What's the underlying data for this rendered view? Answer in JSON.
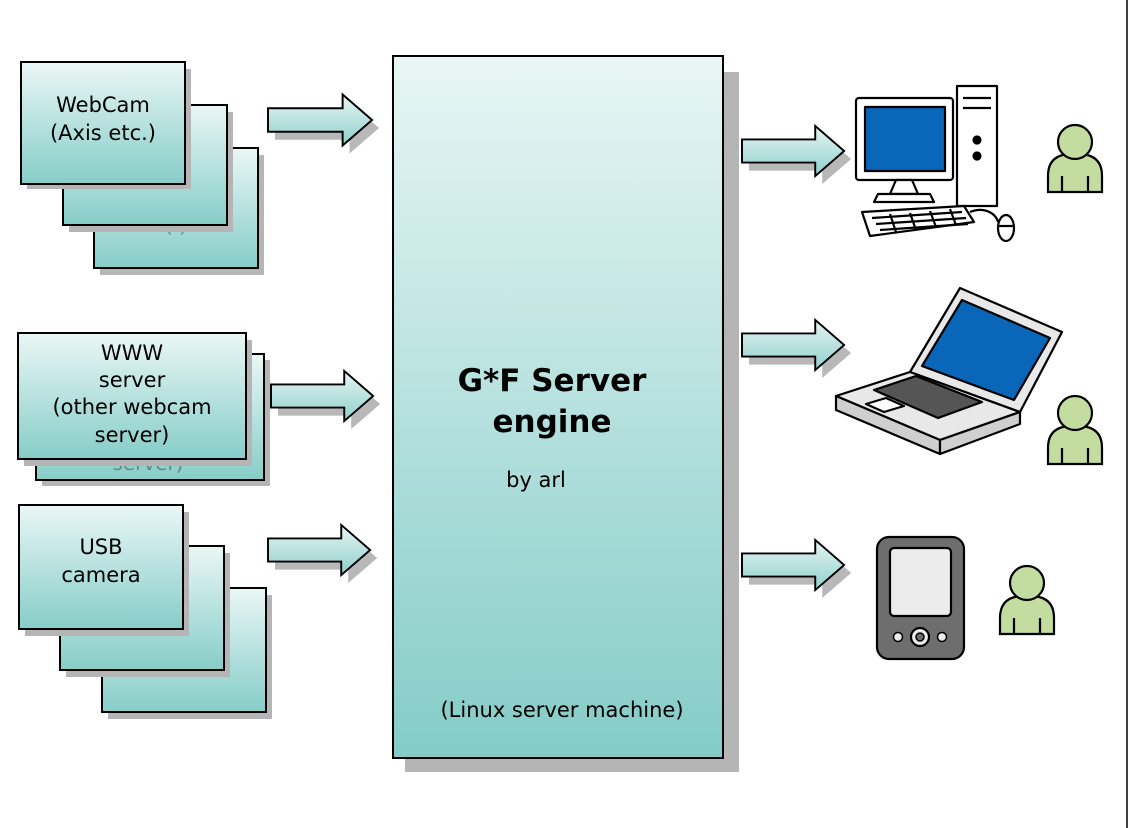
{
  "sources": {
    "webcam": {
      "lines": [
        "WebCam",
        "(Axis etc.)"
      ],
      "ghost": "(        )"
    },
    "www": {
      "lines": [
        "WWW",
        "server",
        "(other webcam",
        "server)"
      ],
      "ghost": "server)"
    },
    "usb": {
      "lines": [
        "USB",
        "camera"
      ]
    }
  },
  "server": {
    "title_lines": [
      "G*F Server",
      "engine"
    ],
    "byline": "by arl",
    "footer": "(Linux server machine)"
  },
  "clients": {
    "desktop_icon": "desktop-computer-icon",
    "laptop_icon": "laptop-icon",
    "pda_icon": "pda-icon",
    "user_icon": "user-icon"
  },
  "colors": {
    "teal_light": "#e6f6f5",
    "teal_dark": "#86cec9",
    "shadow": "#b5b5b5",
    "screen_blue": "#0a66b8",
    "user_green": "#c3dca0"
  }
}
